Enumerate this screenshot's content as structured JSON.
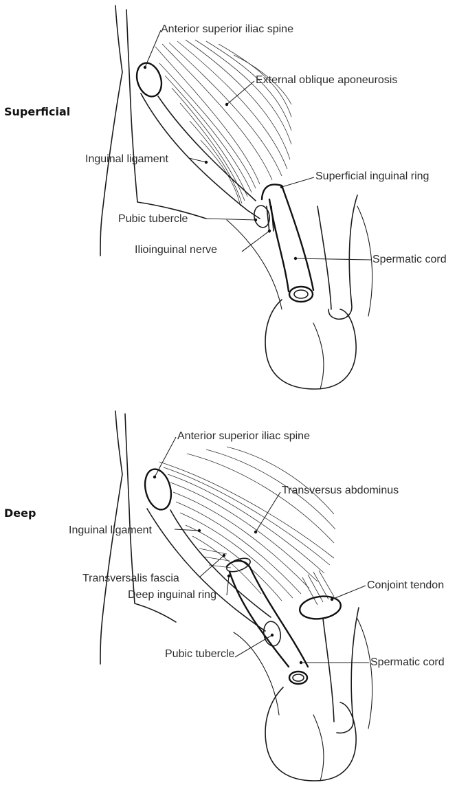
{
  "panels": [
    {
      "heading": "Superficial",
      "labels": [
        "Anterior superior iliac spine",
        "External oblique aponeurosis",
        "Inguinal ligament",
        "Superficial inguinal ring",
        "Pubic tubercle",
        "Ilioinguinal nerve",
        "Spermatic cord"
      ]
    },
    {
      "heading": "Deep",
      "labels": [
        "Anterior superior iliac spine",
        "Transversus abdominus",
        "Inguinal ligament",
        "Transversalis fascia",
        "Conjoint tendon",
        "Deep inguinal ring",
        "Pubic tubercle",
        "Spermatic cord"
      ]
    }
  ]
}
